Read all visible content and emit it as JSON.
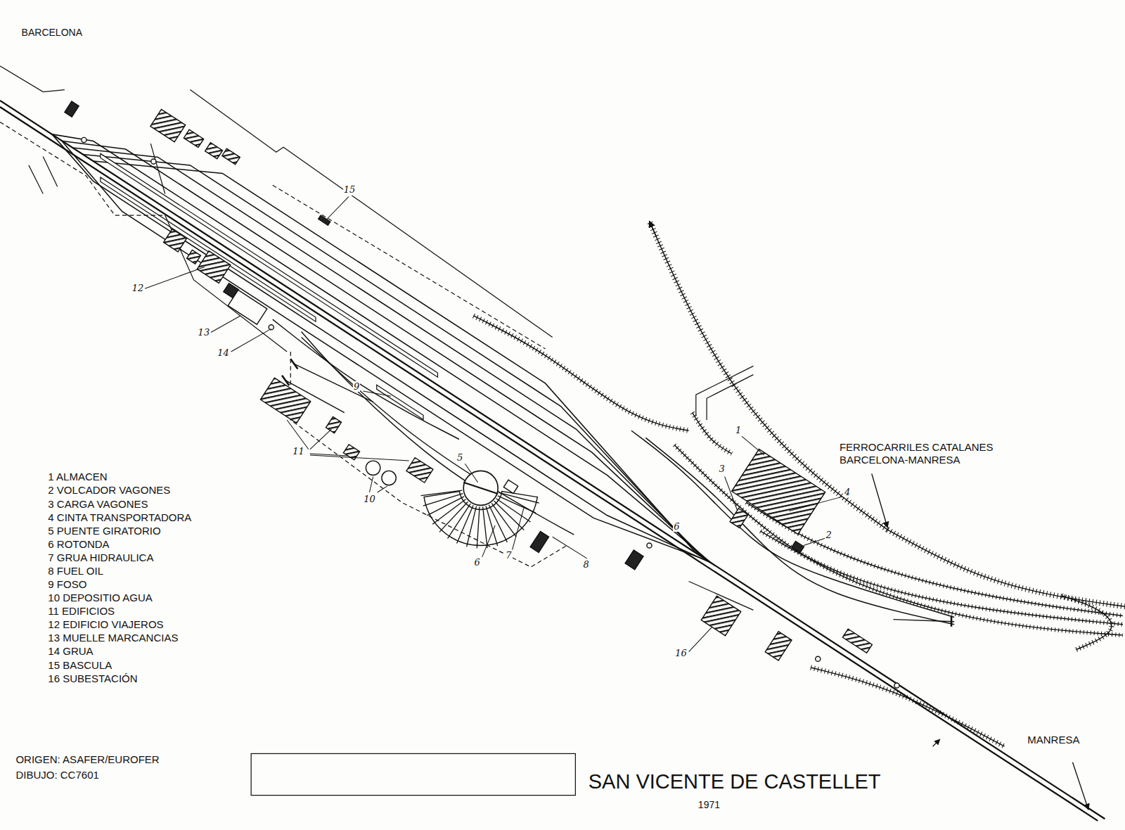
{
  "diagram": {
    "title": "SAN VICENTE DE CASTELLET",
    "labels": [
      "BARCELONA",
      "FERROCARRILES CATALANES BARCELONA-MANRESA",
      "MANRESA",
      "15",
      "12",
      "13",
      "14",
      "9",
      "11",
      "10",
      "5",
      "6",
      "7",
      "8",
      "1",
      "3",
      "4",
      "2",
      "16",
      "6",
      "1 ALMACEN",
      "2 VOLCADOR VAGONES",
      "3 CARGA VAGONES",
      "4 CINTA TRANSPORTADORA",
      "5 PUENTE GIRATORIO",
      "6 ROTONDA",
      "7 GRUA HIDRAULICA",
      "8 FUEL OIL",
      "9  FOSO",
      "10  DEPOSITIO AGUA",
      "11 EDIFICIOS",
      "12 EDIFICIO VIAJEROS",
      "13 MUELLE MARCANCIAS",
      "14 GRUA",
      "15 BASCULA",
      "16 SUBESTACIÓN",
      "ORIGEN: ASAFER/EUROFER",
      "DIBUJO: CC7601",
      "1971"
    ]
  }
}
